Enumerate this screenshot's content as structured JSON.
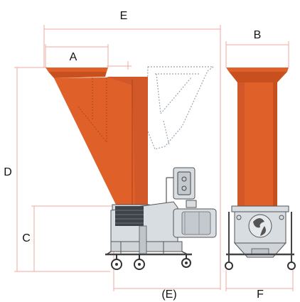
{
  "labels": {
    "a": "A",
    "b": "B",
    "c": "C",
    "d": "D",
    "e": "E",
    "e_bottom": "(E)",
    "f": "F"
  },
  "colors": {
    "hopper": "#e0602a",
    "hopper_shadow": "#c8501e",
    "machine_body": "#d8dde2",
    "machine_dark": "#444a50",
    "dimension_line": "#f0a8a0",
    "ghost_outline": "#9aa6b8"
  }
}
